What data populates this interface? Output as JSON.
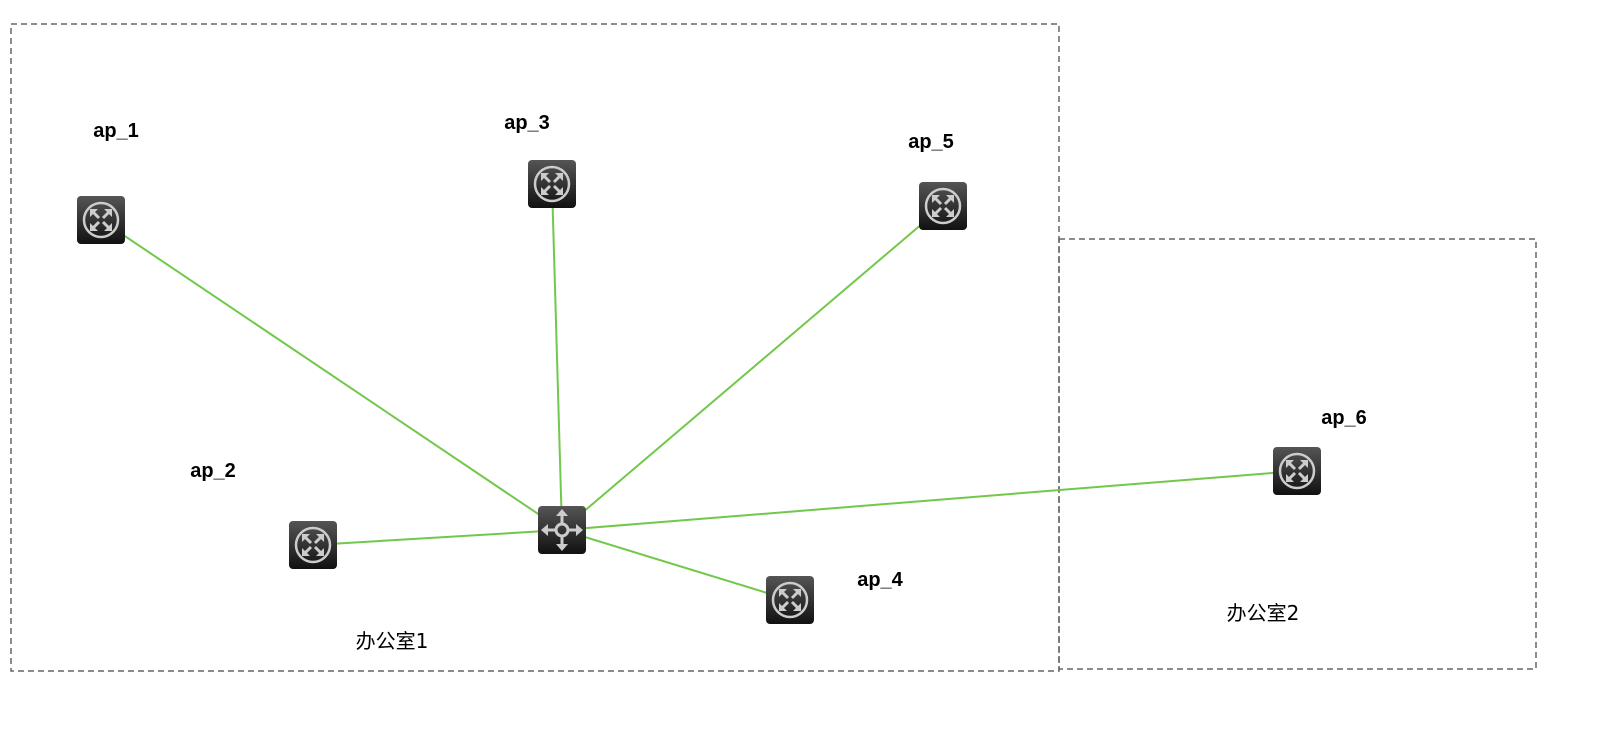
{
  "zones": [
    {
      "id": "zone-1",
      "label": "办公室1"
    },
    {
      "id": "zone-2",
      "label": "办公室2"
    }
  ],
  "hub": {
    "id": "core-switch",
    "icon": "core-switch-icon"
  },
  "nodes": [
    {
      "id": "ap_1",
      "label": "ap_1",
      "icon": "ap-switch-icon",
      "zone": "zone-1"
    },
    {
      "id": "ap_2",
      "label": "ap_2",
      "icon": "ap-switch-icon",
      "zone": "zone-1"
    },
    {
      "id": "ap_3",
      "label": "ap_3",
      "icon": "ap-switch-icon",
      "zone": "zone-1"
    },
    {
      "id": "ap_4",
      "label": "ap_4",
      "icon": "ap-switch-icon",
      "zone": "zone-1"
    },
    {
      "id": "ap_5",
      "label": "ap_5",
      "icon": "ap-switch-icon",
      "zone": "zone-1"
    },
    {
      "id": "ap_6",
      "label": "ap_6",
      "icon": "ap-switch-icon",
      "zone": "zone-2"
    }
  ],
  "links": [
    [
      "core-switch",
      "ap_1"
    ],
    [
      "core-switch",
      "ap_2"
    ],
    [
      "core-switch",
      "ap_3"
    ],
    [
      "core-switch",
      "ap_4"
    ],
    [
      "core-switch",
      "ap_5"
    ],
    [
      "core-switch",
      "ap_6"
    ]
  ],
  "colors": {
    "link": "#72c84a",
    "zone_border": "#666666",
    "icon_bg": "#2a2a2a"
  }
}
